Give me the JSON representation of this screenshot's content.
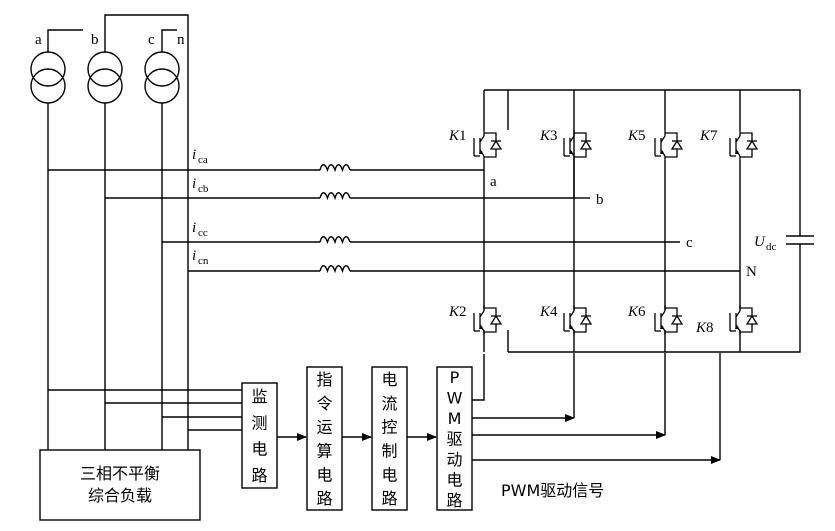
{
  "diagram": {
    "source_phases": [
      "a",
      "b",
      "c",
      "n"
    ],
    "currents": [
      {
        "main": "i",
        "sub": "ca"
      },
      {
        "main": "i",
        "sub": "cb"
      },
      {
        "main": "i",
        "sub": "cc"
      },
      {
        "main": "i",
        "sub": "cn"
      }
    ],
    "node_labels": [
      "a",
      "b",
      "c",
      "N"
    ],
    "switches": [
      {
        "letter": "K",
        "num": "1"
      },
      {
        "letter": "K",
        "num": "2"
      },
      {
        "letter": "K",
        "num": "3"
      },
      {
        "letter": "K",
        "num": "4"
      },
      {
        "letter": "K",
        "num": "5"
      },
      {
        "letter": "K",
        "num": "6"
      },
      {
        "letter": "K",
        "num": "7"
      },
      {
        "letter": "K",
        "num": "8"
      }
    ],
    "dc_voltage": {
      "main": "U",
      "sub": "dc"
    },
    "load_box": [
      "三相不平衡",
      "综合负载"
    ],
    "blocks": [
      {
        "chars": [
          "监",
          "测",
          "电",
          "路"
        ]
      },
      {
        "chars": [
          "指",
          "令",
          "运",
          "算",
          "电",
          "路"
        ]
      },
      {
        "chars": [
          "电",
          "流",
          "控",
          "制",
          "电",
          "路"
        ]
      },
      {
        "chars": [
          "P",
          "W",
          "M",
          "驱",
          "动",
          "电",
          "路"
        ]
      }
    ],
    "pwm_signal_label": "PWM驱动信号"
  }
}
